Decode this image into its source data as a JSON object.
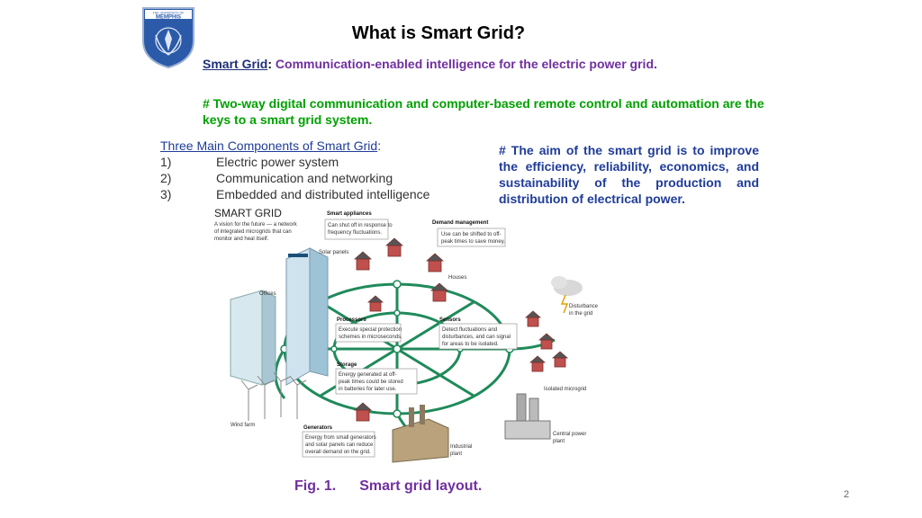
{
  "logo": {
    "top_text": "THE UNIVERSITY OF",
    "name": "MEMPHIS"
  },
  "title": "What is Smart Grid?",
  "subtitle": {
    "term": "Smart Grid",
    "separator": ":",
    "definition": " Communication-enabled intelligence for the electric power grid."
  },
  "keys_text": "# Two-way digital communication and computer-based remote control and automation are the keys to a smart grid system.",
  "components": {
    "heading": "Three Main Components of Smart Grid",
    "heading_suffix": ":",
    "items": [
      {
        "num": "1)",
        "label": "Electric power system"
      },
      {
        "num": "2)",
        "label": "Communication and networking"
      },
      {
        "num": "3)",
        "label": "Embedded and distributed intelligence"
      }
    ]
  },
  "aim_text": "# The aim of the smart grid is to improve the efficiency, reliability, economics, and sustainability of the production and distribution of electrical power.",
  "diagram": {
    "title": "SMART GRID",
    "intro": [
      "A vision for the future — a network",
      "of integrated microgrids that can",
      "monitor and heal itself."
    ],
    "smart_appliances": {
      "heading": "Smart appliances",
      "lines": [
        "Can shut off in response to",
        "frequency fluctuations."
      ]
    },
    "demand_management": {
      "heading": "Demand management",
      "lines": [
        "Use can be shifted to off-",
        "peak times to save money."
      ]
    },
    "solar_panels": "Solar panels",
    "houses": "Houses",
    "offices": "Offices",
    "disturbance": [
      "Disturbance",
      "in the grid"
    ],
    "processors": {
      "heading": "Processors",
      "lines": [
        "Execute special protection",
        "schemes in microseconds."
      ]
    },
    "sensors": {
      "heading": "Sensors",
      "lines": [
        "Detect fluctuations and",
        "disturbances, and can signal",
        "for areas to be isolated."
      ]
    },
    "storage": {
      "heading": "Storage",
      "lines": [
        "Energy generated at off-",
        "peak times could be stored",
        "in batteries for later use."
      ]
    },
    "isolated_microgrid": "Isolated microgrid",
    "wind_farm": "Wind farm",
    "generators": {
      "heading": "Generators",
      "lines": [
        "Energy from small generators",
        "and solar panels can reduce",
        "overall demand on the grid."
      ]
    },
    "industrial_plant": [
      "Industrial",
      "plant"
    ],
    "central_power_plant": [
      "Central power",
      "plant"
    ]
  },
  "caption": {
    "fig": "Fig. 1.",
    "text": "Smart grid layout."
  },
  "page_number": "2",
  "colors": {
    "title": "#000000",
    "term": "#1f2f7a",
    "definition": "#7030a0",
    "keys": "#00a000",
    "aim": "#1f3c99",
    "caption": "#7030a0",
    "grid_lines": "#1f8a5a"
  }
}
